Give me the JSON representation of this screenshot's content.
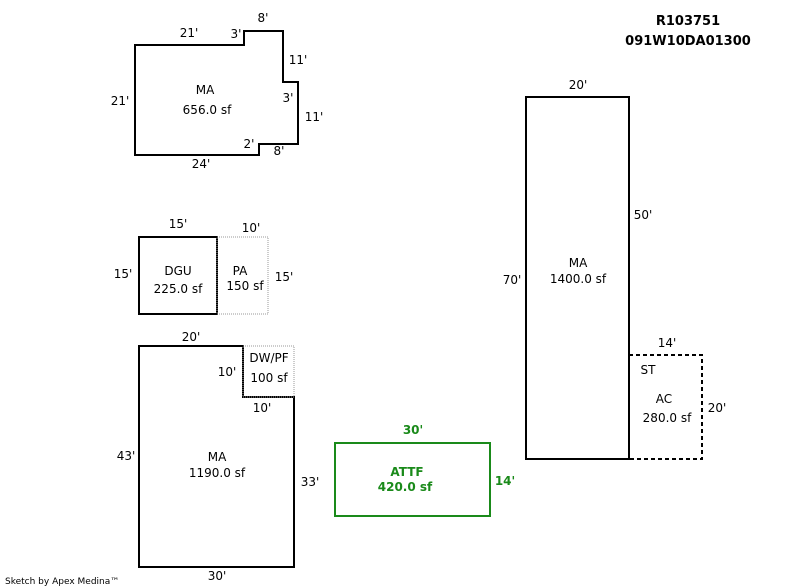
{
  "header": {
    "parcel_id": "R103751",
    "map_number": "091W10DA01300"
  },
  "footer": {
    "credit": "Sketch by Apex Medina™"
  },
  "colors": {
    "line": "#000000",
    "dotted": "#9a9a9a",
    "accent": "#1a8a1a"
  },
  "areas": {
    "ma_top": {
      "code": "MA",
      "area": "656.0 sf",
      "dims": [
        "21'",
        "3'",
        "8'",
        "11'",
        "3'",
        "11'",
        "8'",
        "2'",
        "24'",
        "21'"
      ]
    },
    "dgu": {
      "code": "DGU",
      "area": "225.0 sf",
      "dims": [
        "15'",
        "15'"
      ]
    },
    "pa": {
      "code": "PA",
      "area": "150 sf",
      "dims": [
        "10'",
        "15'"
      ]
    },
    "ma_bottom": {
      "code": "MA",
      "area": "1190.0 sf",
      "dims": [
        "20'",
        "10'",
        "10'",
        "33'",
        "30'",
        "43'"
      ]
    },
    "dwpf": {
      "code": "DW/PF",
      "area": "100 sf"
    },
    "attf": {
      "code": "ATTF",
      "area": "420.0 sf",
      "dims": [
        "30'",
        "14'"
      ]
    },
    "ma_right": {
      "code": "MA",
      "area": "1400.0 sf",
      "dims": [
        "20'",
        "50'",
        "70'"
      ]
    },
    "ac": {
      "code": "AC",
      "area": "280.0 sf",
      "note": "ST",
      "dims": [
        "14'",
        "20'"
      ]
    }
  }
}
